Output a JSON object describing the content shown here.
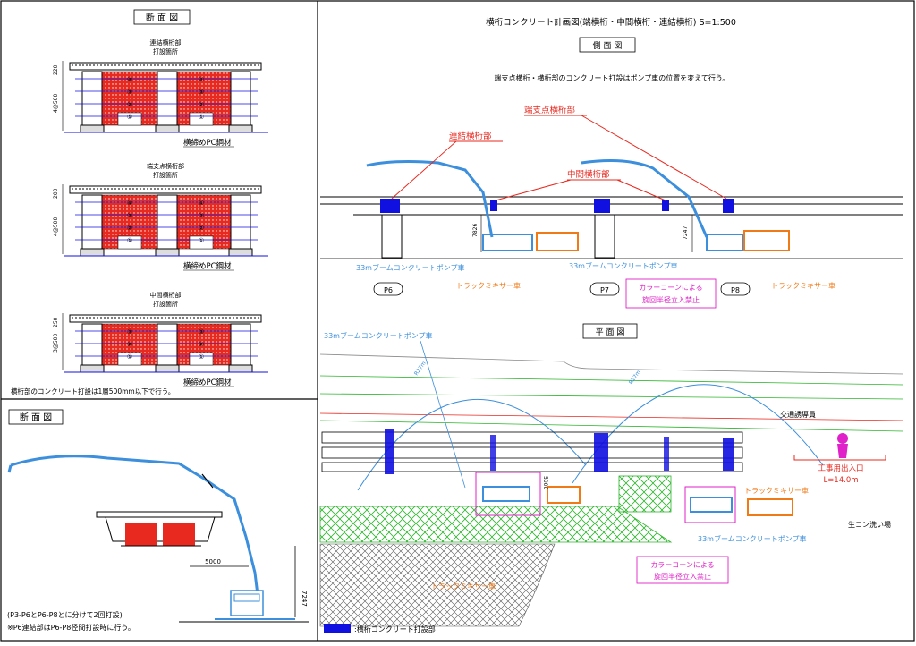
{
  "section_top": {
    "title": "断 面 図",
    "views": [
      {
        "caption": "連結横桁部\n打設箇所",
        "dims": [
          "220",
          "4@500"
        ],
        "layers": [
          "①",
          "②",
          "③",
          "④"
        ],
        "material": "横締めPC鋼材"
      },
      {
        "caption": "端支点横桁部\n打設箇所",
        "dims": [
          "200",
          "4@500"
        ],
        "layers": [
          "①",
          "②",
          "③",
          "④"
        ],
        "material": "横締めPC鋼材"
      },
      {
        "caption": "中間横桁部\n打設箇所",
        "dims": [
          "250",
          "3@500"
        ],
        "layers": [
          "①",
          "②",
          "③"
        ],
        "material": "横締めPC鋼材"
      }
    ],
    "note": "横桁部のコンクリート打設は1層500mm以下で行う。"
  },
  "section_bottom": {
    "title": "断 面 図",
    "dim_reach": "5000",
    "dim_height": "7247",
    "notes": [
      "(P3-P6とP6-P8とに分けて2回打設)",
      "※P6連結部はP6-P8径間打設時に行う。"
    ]
  },
  "plan": {
    "title": "横桁コンクリート計画図(端横桁・中間横桁・連結横桁) S=1:500",
    "side_view": {
      "title": "側 面 図",
      "note": "端支点横桁・横桁部のコンクリート打設はポンプ車の位置を変えて行う。",
      "labels": {
        "end_support": "端支点横桁部",
        "connection": "連結横桁部",
        "middle": "中間横桁部"
      },
      "pump_label": "33mブームコンクリートポンプ車",
      "mixer_label": "トラックミキサー車",
      "dims": [
        "7826",
        "7247"
      ],
      "piers": [
        "P6",
        "P7",
        "P8"
      ],
      "cone_note": "カラーコーンによる\n旋回半径立入禁止"
    },
    "plan_view": {
      "title": "平 面 図",
      "pump_label_top": "33mブームコンクリートポンプ車",
      "guide": "交通誘導員",
      "entrance": "工事用出入口\nL=14.0m",
      "mixer_label_right": "トラックミキサー車",
      "pump_label_bottom": "33mブームコンクリートポンプ車",
      "washout": "生コン洗い場",
      "cone_note": "カラーコーンによる\n旋回半径立入禁止",
      "mixer_label_bottom": "トラックミキサー車",
      "dims": [
        "5000",
        "R27m",
        "R27m"
      ],
      "legend": ":横桁コンクリート打設部"
    }
  },
  "colors": {
    "red": "#e8291f",
    "blue": "#1010e0",
    "lightblue": "#3c8fdc",
    "orange": "#f07a16",
    "magenta": "#e020c8",
    "green": "#2db52d"
  }
}
